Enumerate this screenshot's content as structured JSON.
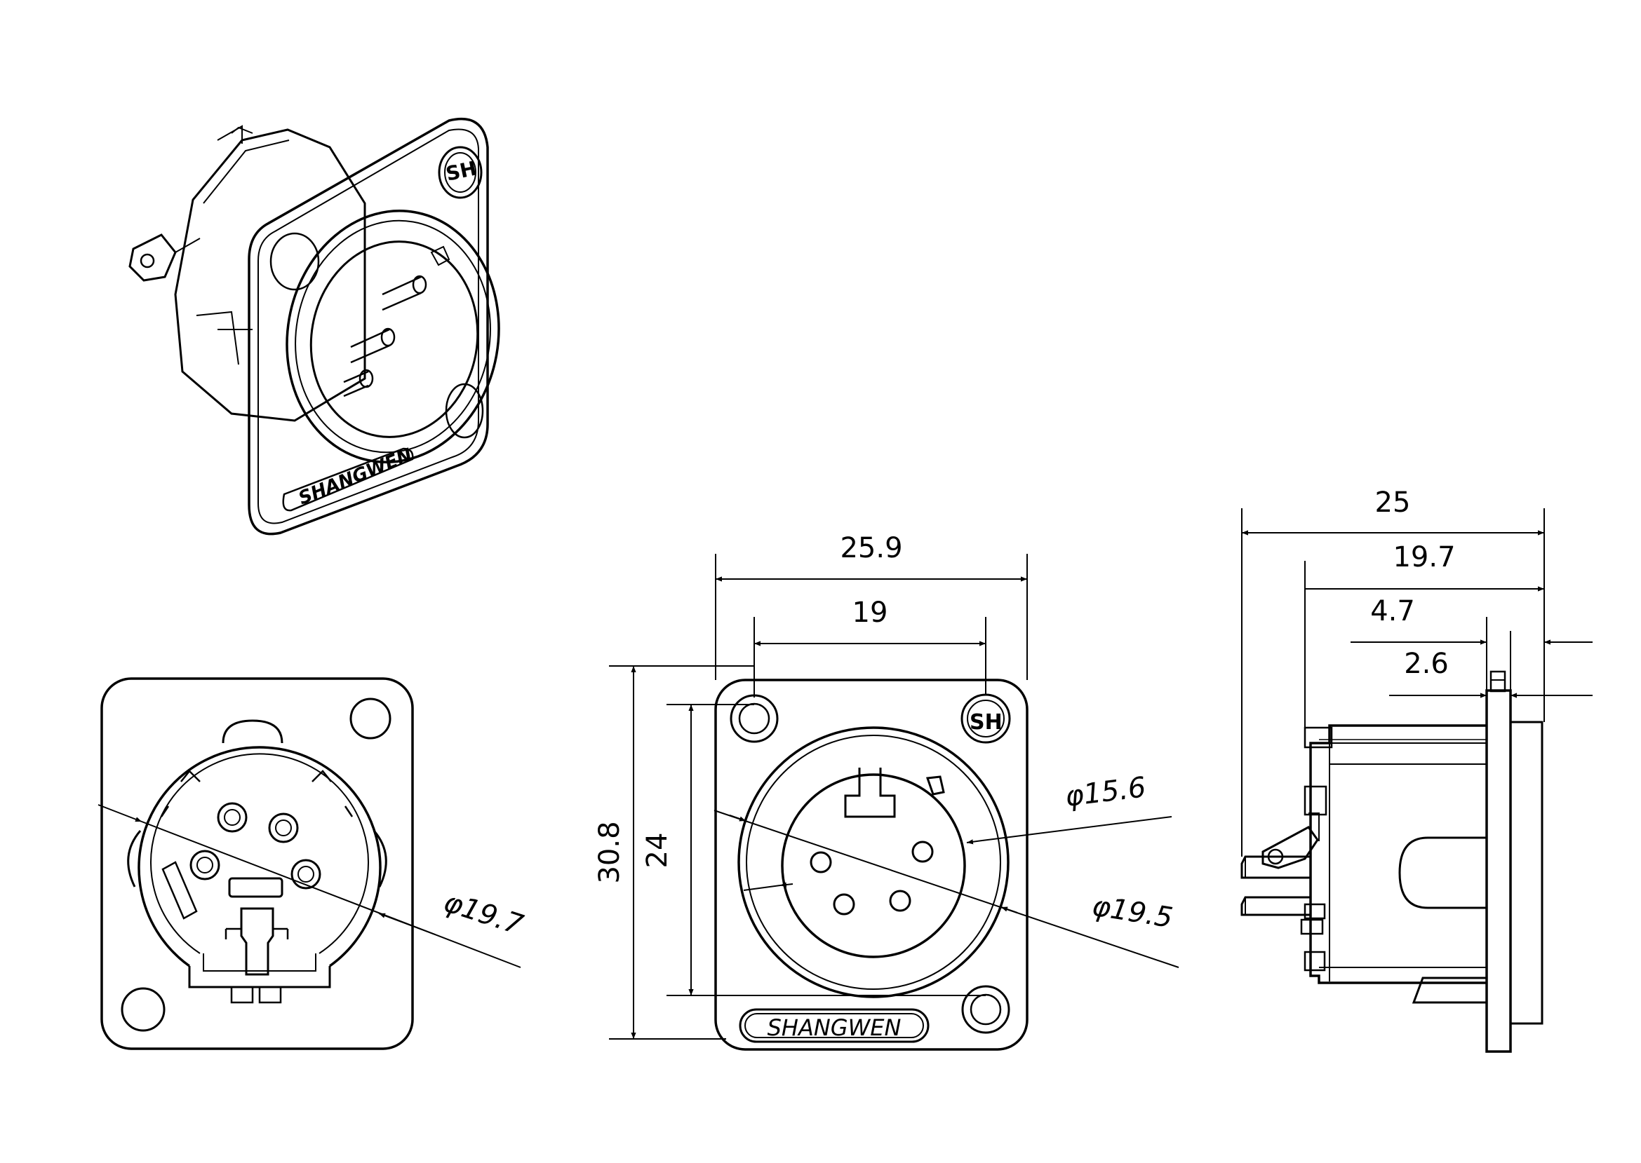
{
  "brand": {
    "name": "SHANGWEN",
    "logo_lettering": "SH"
  },
  "front_view": {
    "dims": {
      "overall_width": "25.9",
      "hole_spacing_width": "19",
      "overall_height": "30.8",
      "hole_spacing_height": "24",
      "inner_diameter": "φ15.6",
      "outer_diameter": "φ19.5"
    }
  },
  "rear_view": {
    "dims": {
      "housing_diameter": "φ19.7"
    }
  },
  "side_view": {
    "dims": {
      "overall_length": "25",
      "body_length": "19.7",
      "flange_to_front": "4.7",
      "flange_thickness": "2.6"
    }
  },
  "colors": {
    "line": "#000000",
    "background": "#ffffff"
  }
}
